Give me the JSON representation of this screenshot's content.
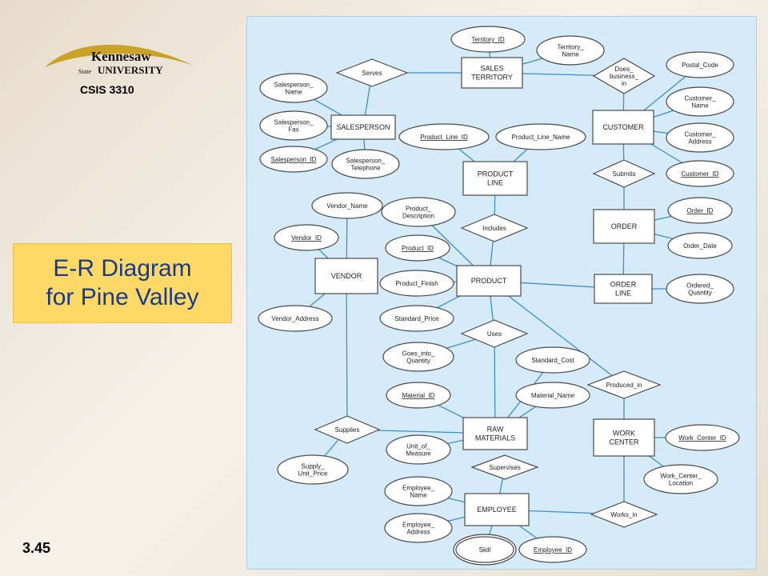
{
  "header": {
    "university": "Kennesaw State University",
    "course": "CSIS 3310"
  },
  "title": {
    "line1": "E-R Diagram",
    "line2": "for Pine Valley"
  },
  "slide_number": "3.45",
  "logo": {
    "word1": "Kennesaw",
    "state": "State",
    "word2": "UNIVERSITY",
    "color": "#c9a227"
  },
  "diagram": {
    "entities": [
      {
        "id": "sales_territory",
        "lines": [
          "SALES",
          "TERRITORY"
        ]
      },
      {
        "id": "salesperson",
        "lines": [
          "SALESPERSON"
        ]
      },
      {
        "id": "customer",
        "lines": [
          "CUSTOMER"
        ]
      },
      {
        "id": "product_line",
        "lines": [
          "PRODUCT",
          "LINE"
        ]
      },
      {
        "id": "order",
        "lines": [
          "ORDER"
        ]
      },
      {
        "id": "vendor",
        "lines": [
          "VENDOR"
        ]
      },
      {
        "id": "product",
        "lines": [
          "PRODUCT"
        ]
      },
      {
        "id": "order_line",
        "lines": [
          "ORDER",
          "LINE"
        ]
      },
      {
        "id": "raw_materials",
        "lines": [
          "RAW",
          "MATERIALS"
        ]
      },
      {
        "id": "work_center",
        "lines": [
          "WORK",
          "CENTER"
        ]
      },
      {
        "id": "employee",
        "lines": [
          "EMPLOYEE"
        ]
      }
    ],
    "relationships": [
      {
        "id": "serves",
        "lines": [
          "Serves"
        ]
      },
      {
        "id": "does_business_in",
        "lines": [
          "Does_",
          "business_",
          "in"
        ]
      },
      {
        "id": "submits",
        "lines": [
          "Submits"
        ]
      },
      {
        "id": "includes",
        "lines": [
          "Includes"
        ]
      },
      {
        "id": "uses",
        "lines": [
          "Uses"
        ]
      },
      {
        "id": "produced_in",
        "lines": [
          "Produced_in"
        ]
      },
      {
        "id": "supplies",
        "lines": [
          "Supplies"
        ]
      },
      {
        "id": "supervises",
        "lines": [
          "Supervises"
        ]
      },
      {
        "id": "works_in",
        "lines": [
          "Works_in"
        ]
      }
    ],
    "attributes": [
      {
        "id": "territory_id",
        "lines": [
          "Territory_ID"
        ],
        "key": true
      },
      {
        "id": "territory_name",
        "lines": [
          "Territory_",
          "Name"
        ]
      },
      {
        "id": "salesperson_name",
        "lines": [
          "Salesperson_",
          "Name"
        ]
      },
      {
        "id": "salesperson_fax",
        "lines": [
          "Salesperson_",
          "Fax"
        ]
      },
      {
        "id": "salesperson_id",
        "lines": [
          "Salesperson_ID"
        ],
        "key": true
      },
      {
        "id": "salesperson_telephone",
        "lines": [
          "Salesperson_",
          "Telephone"
        ]
      },
      {
        "id": "postal_code",
        "lines": [
          "Postal_Code"
        ]
      },
      {
        "id": "customer_name",
        "lines": [
          "Customer_",
          "Name"
        ]
      },
      {
        "id": "customer_address",
        "lines": [
          "Customer_",
          "Address"
        ]
      },
      {
        "id": "customer_id",
        "lines": [
          "Customer_ID"
        ],
        "key": true
      },
      {
        "id": "product_line_id",
        "lines": [
          "Product_Line_ID"
        ],
        "key": true
      },
      {
        "id": "product_line_name",
        "lines": [
          "Product_Line_Name"
        ]
      },
      {
        "id": "order_id",
        "lines": [
          "Order_ID"
        ],
        "key": true
      },
      {
        "id": "order_date",
        "lines": [
          "Order_Date"
        ]
      },
      {
        "id": "vendor_name",
        "lines": [
          "Vendor_Name"
        ]
      },
      {
        "id": "vendor_id",
        "lines": [
          "Vendor_ID"
        ],
        "key": true
      },
      {
        "id": "vendor_address",
        "lines": [
          "Vendor_Address"
        ]
      },
      {
        "id": "product_description",
        "lines": [
          "Product_",
          "Description"
        ]
      },
      {
        "id": "product_id",
        "lines": [
          "Product_ID"
        ],
        "key": true
      },
      {
        "id": "product_finish",
        "lines": [
          "Product_Finish"
        ]
      },
      {
        "id": "standard_price",
        "lines": [
          "Standard_Price"
        ]
      },
      {
        "id": "ordered_quantity",
        "lines": [
          "Ordered_",
          "Quantity"
        ]
      },
      {
        "id": "goes_into_quantity",
        "lines": [
          "Goes_into_",
          "Quantity"
        ]
      },
      {
        "id": "standard_cost",
        "lines": [
          "Standard_Cost"
        ]
      },
      {
        "id": "material_id",
        "lines": [
          "Material_ID"
        ],
        "key": true
      },
      {
        "id": "material_name",
        "lines": [
          "Material_Name"
        ]
      },
      {
        "id": "unit_of_measure",
        "lines": [
          "Unit_of_",
          "Measure"
        ]
      },
      {
        "id": "supply_unit_price",
        "lines": [
          "Supply_",
          "Unit_Price"
        ]
      },
      {
        "id": "work_center_id",
        "lines": [
          "Work_Center_ID"
        ],
        "key": true
      },
      {
        "id": "work_center_location",
        "lines": [
          "Work_Center_",
          "Location"
        ]
      },
      {
        "id": "employee_name",
        "lines": [
          "Employee_",
          "Name"
        ]
      },
      {
        "id": "employee_address",
        "lines": [
          "Employee_",
          "Address"
        ]
      },
      {
        "id": "skill",
        "lines": [
          "Skill"
        ],
        "multivalued": true
      },
      {
        "id": "employee_id",
        "lines": [
          "Employee_ID"
        ],
        "key": true
      }
    ]
  }
}
